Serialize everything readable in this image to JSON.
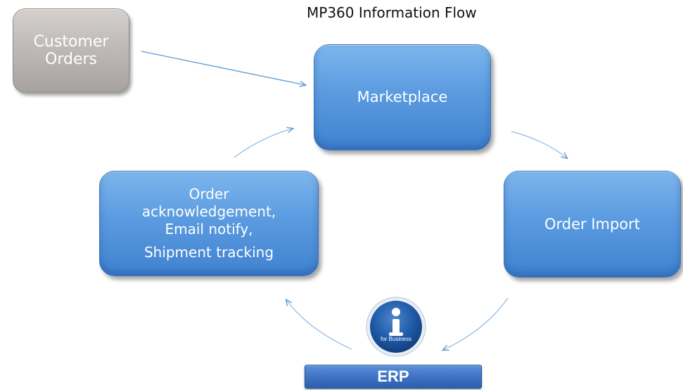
{
  "title": "MP360 Information Flow",
  "nodes": {
    "customer_orders": [
      "Customer",
      "Orders"
    ],
    "marketplace": "Marketplace",
    "order_import": "Order Import",
    "order_ack": [
      "Order",
      "acknowledgement,",
      "Email notify,",
      "Shipment tracking"
    ],
    "erp": "ERP"
  },
  "logo": {
    "name": "ibm-i-for-business-logo",
    "glyph": "i",
    "caption": "for Business"
  },
  "colors": {
    "node_blue": "#5b9be0",
    "node_gray": "#bdb8b5",
    "erp_blue": "#3f74c4",
    "arrow": "#5b9bd5"
  }
}
